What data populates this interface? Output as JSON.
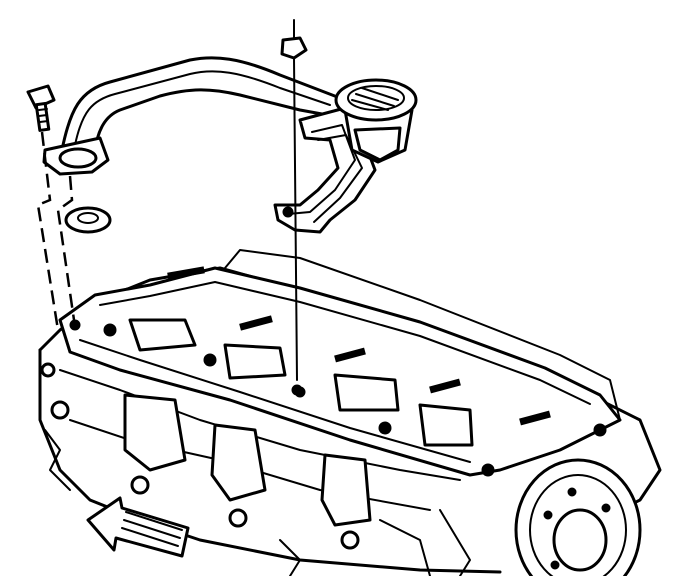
{
  "colors": {
    "line": "#000000",
    "background": "#ffffff"
  },
  "parts": [
    {
      "name": "oil-fill-tube"
    },
    {
      "name": "oil-fill-cap"
    },
    {
      "name": "tube-mounting-bracket"
    },
    {
      "name": "tube-bolt"
    },
    {
      "name": "bracket-nut"
    },
    {
      "name": "seal-gasket"
    },
    {
      "name": "camshaft-cover"
    },
    {
      "name": "cylinder-head"
    },
    {
      "name": "crankshaft-pulley"
    },
    {
      "name": "front-direction-arrow"
    }
  ]
}
